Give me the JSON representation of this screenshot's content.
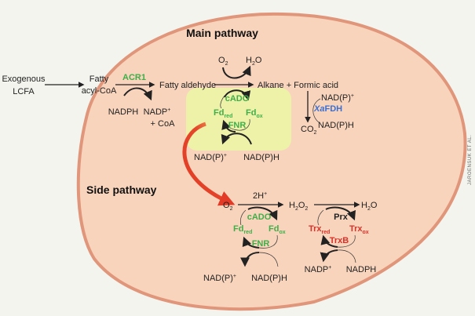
{
  "credit": "JAROENSUK ET AL.",
  "main": {
    "title": "Main pathway",
    "exogenous": [
      "Exogenous",
      "LCFA"
    ],
    "fatty_acyl": [
      "Fatty",
      "acyl-CoA"
    ],
    "acr1": "ACR1",
    "fatty_aldehyde": "Fatty aldehyde",
    "o2": "O",
    "o2_sub": "2",
    "h2o": [
      "H",
      "2",
      "O"
    ],
    "alkane": "Alkane + Formic acid",
    "nadph": "NADPH",
    "nadp_plus": [
      "NADP",
      "+"
    ],
    "coa": "+ CoA",
    "cado": "cADO",
    "fd_red": [
      "Fd",
      "red"
    ],
    "fd_ox": [
      "Fd",
      "ox"
    ],
    "fnr": "FNR",
    "nadp_ox": [
      "NAD(P)",
      "+"
    ],
    "nadp_h": "NAD(P)H",
    "fdh_nadp_ox": [
      "NAD(P)",
      "+"
    ],
    "fdh": [
      "Xa",
      "FDH"
    ],
    "co2": [
      "CO",
      "2"
    ],
    "fdh_nadp_h": "NAD(P)H"
  },
  "side": {
    "title": "Side pathway",
    "o2": [
      "O",
      "2"
    ],
    "h_plus": [
      "2H",
      "+"
    ],
    "h2o2": [
      "H",
      "2",
      "O",
      "2"
    ],
    "h2o": [
      "H",
      "2",
      "O"
    ],
    "cado": "cADO",
    "fd_red": [
      "Fd",
      "red"
    ],
    "fd_ox": [
      "Fd",
      "ox"
    ],
    "fnr": "FNR",
    "nadp_ox": [
      "NAD(P)",
      "+"
    ],
    "nadp_h": "NAD(P)H",
    "prx": "Prx",
    "trx_red": [
      "Trx",
      "red"
    ],
    "trx_ox": [
      "Trx",
      "ox"
    ],
    "trxb": "TrxB",
    "nadp_plus": [
      "NADP",
      "+"
    ],
    "nadph": "NADPH"
  },
  "colors": {
    "cell": "#f9d4bc",
    "membrane": "#e0967a",
    "chloroplast": "#eef2a8",
    "enzyme_green": "#3fae49",
    "enzyme_red": "#d8322a",
    "enzyme_blue": "#3b6fd1"
  }
}
